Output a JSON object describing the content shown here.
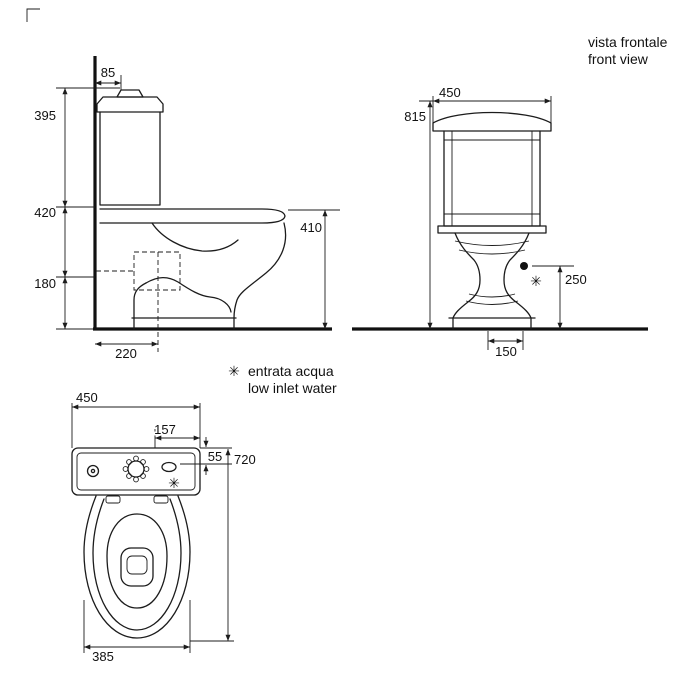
{
  "legend": {
    "symbol": "✳",
    "label_it": "entrata acqua",
    "label_en": "low inlet water"
  },
  "views": {
    "side": {
      "dims": {
        "wall_to_button": "85",
        "cistern_top_to_seat": "395",
        "seat_height": "420",
        "outlet_height": "180",
        "bowl_height": "410",
        "wall_to_outlet": "220"
      }
    },
    "front": {
      "title_it": "vista frontale",
      "title_en": "front view",
      "inlet_symbol": "✳",
      "dims": {
        "width": "450",
        "total_height": "815",
        "inlet_height": "250",
        "fixing_spacing": "150"
      }
    },
    "top": {
      "inlet_symbol": "✳",
      "dims": {
        "cistern_width": "450",
        "inlet_offset": "157",
        "inlet_depth": "55",
        "total_depth": "720",
        "bowl_width": "385"
      }
    }
  },
  "colors": {
    "ink": "#1c1c1c",
    "background": "#ffffff"
  }
}
